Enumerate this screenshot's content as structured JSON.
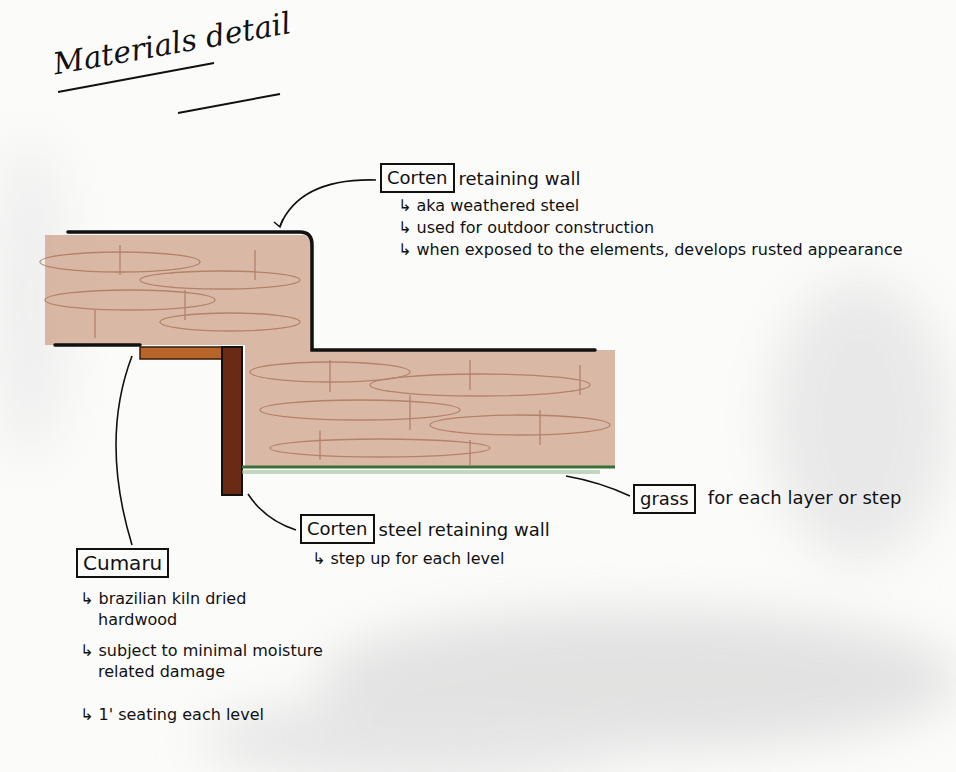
{
  "diagram": {
    "title": "Materials detail",
    "nodes": [
      {
        "text": [
          "Corten"
        ]
      },
      {
        "text": [
          "grass"
        ]
      },
      {
        "text": [
          "Corten"
        ]
      },
      {
        "text": [
          "Cumaru"
        ]
      }
    ],
    "labels": [
      "retaining wall",
      "↳ aka weathered steel",
      "↳ used for outdoor construction",
      "↳ when exposed to the elements, develops rusted appearance",
      "for each layer or step",
      "steel retaining wall",
      "↳ step up for each level",
      "↳ brazilian kiln dried hardwood",
      "↳ subject to minimal moisture related damage",
      "↳ 1' seating each level"
    ]
  }
}
